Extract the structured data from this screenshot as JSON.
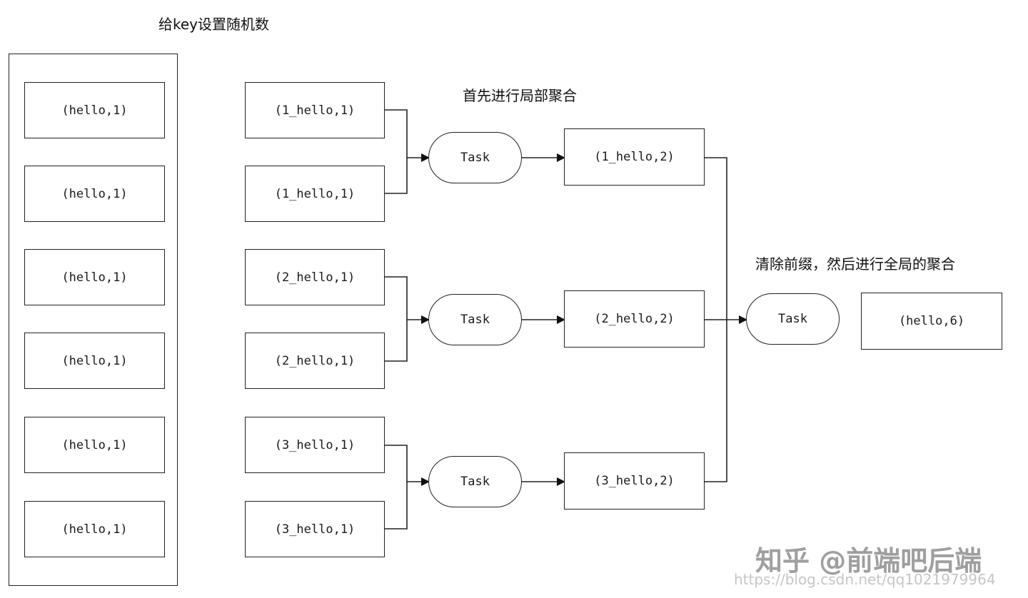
{
  "labels": {
    "random_key": "给key设置随机数",
    "local_agg": "首先进行局部聚合",
    "global_agg": "清除前缀，然后进行全局的聚合"
  },
  "source_items": [
    "(hello,1)",
    "(hello,1)",
    "(hello,1)",
    "(hello,1)",
    "(hello,1)",
    "(hello,1)"
  ],
  "prefixed_items": [
    "(1_hello,1)",
    "(1_hello,1)",
    "(2_hello,1)",
    "(2_hello,1)",
    "(3_hello,1)",
    "(3_hello,1)"
  ],
  "task_label": "Task",
  "partial_results": [
    "(1_hello,2)",
    "(2_hello,2)",
    "(3_hello,2)"
  ],
  "final_result": "(hello,6)",
  "watermark": {
    "zhihu": "知乎 @前端吧后端",
    "url": "https://blog.csdn.net/qq1021979964"
  }
}
